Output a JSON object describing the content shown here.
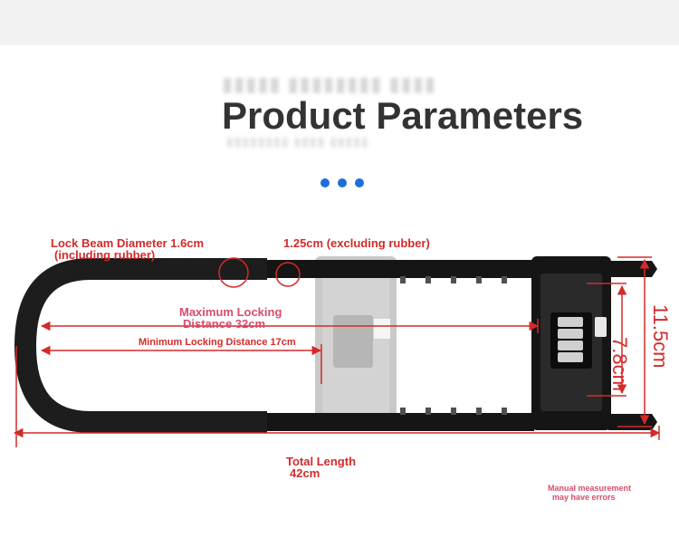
{
  "header": {
    "title": "Product Parameters"
  },
  "dimensions": {
    "lock_beam_diameter_line1": "Lock Beam Diameter 1.6cm",
    "lock_beam_diameter_line2": "(including rubber)",
    "beam_excluding_rubber": "1.25cm (excluding rubber)",
    "max_locking_line1": "Maximum Locking",
    "max_locking_line2": "Distance 32cm",
    "min_locking": "Minimum Locking Distance 17cm",
    "total_length_line1": "Total Length",
    "total_length_line2": "42cm",
    "inner_height": "7.8cm",
    "outer_height": "11.5cm"
  },
  "note": {
    "line1": "Manual measurement",
    "line2": "may have errors"
  },
  "colors": {
    "accent": "#1e6fd9",
    "measure": "#d42a2a",
    "lock_body": "#151515",
    "title": "#333333"
  },
  "icons": {
    "dots": "three-dots-divider"
  }
}
